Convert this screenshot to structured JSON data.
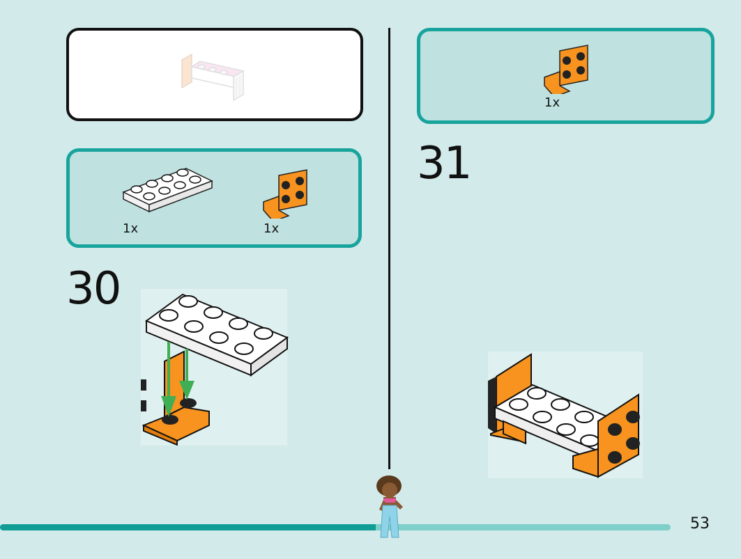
{
  "page": {
    "number": "53",
    "progress_fraction": 0.56
  },
  "left": {
    "parts": [
      {
        "name": "plate-2x4-white",
        "qty": "1x"
      },
      {
        "name": "bracket-orange",
        "qty": "1x"
      }
    ],
    "step": {
      "number": "30"
    }
  },
  "right": {
    "parts": [
      {
        "name": "bracket-orange",
        "qty": "1x"
      }
    ],
    "step": {
      "number": "31"
    }
  },
  "colors": {
    "background": "#d3eaea",
    "accent_teal": "#18a39c",
    "parts_box_fill": "#bfe2e1",
    "brick_orange": "#f7931e",
    "brick_white": "#ffffff",
    "arrow_green": "#3fae55"
  }
}
